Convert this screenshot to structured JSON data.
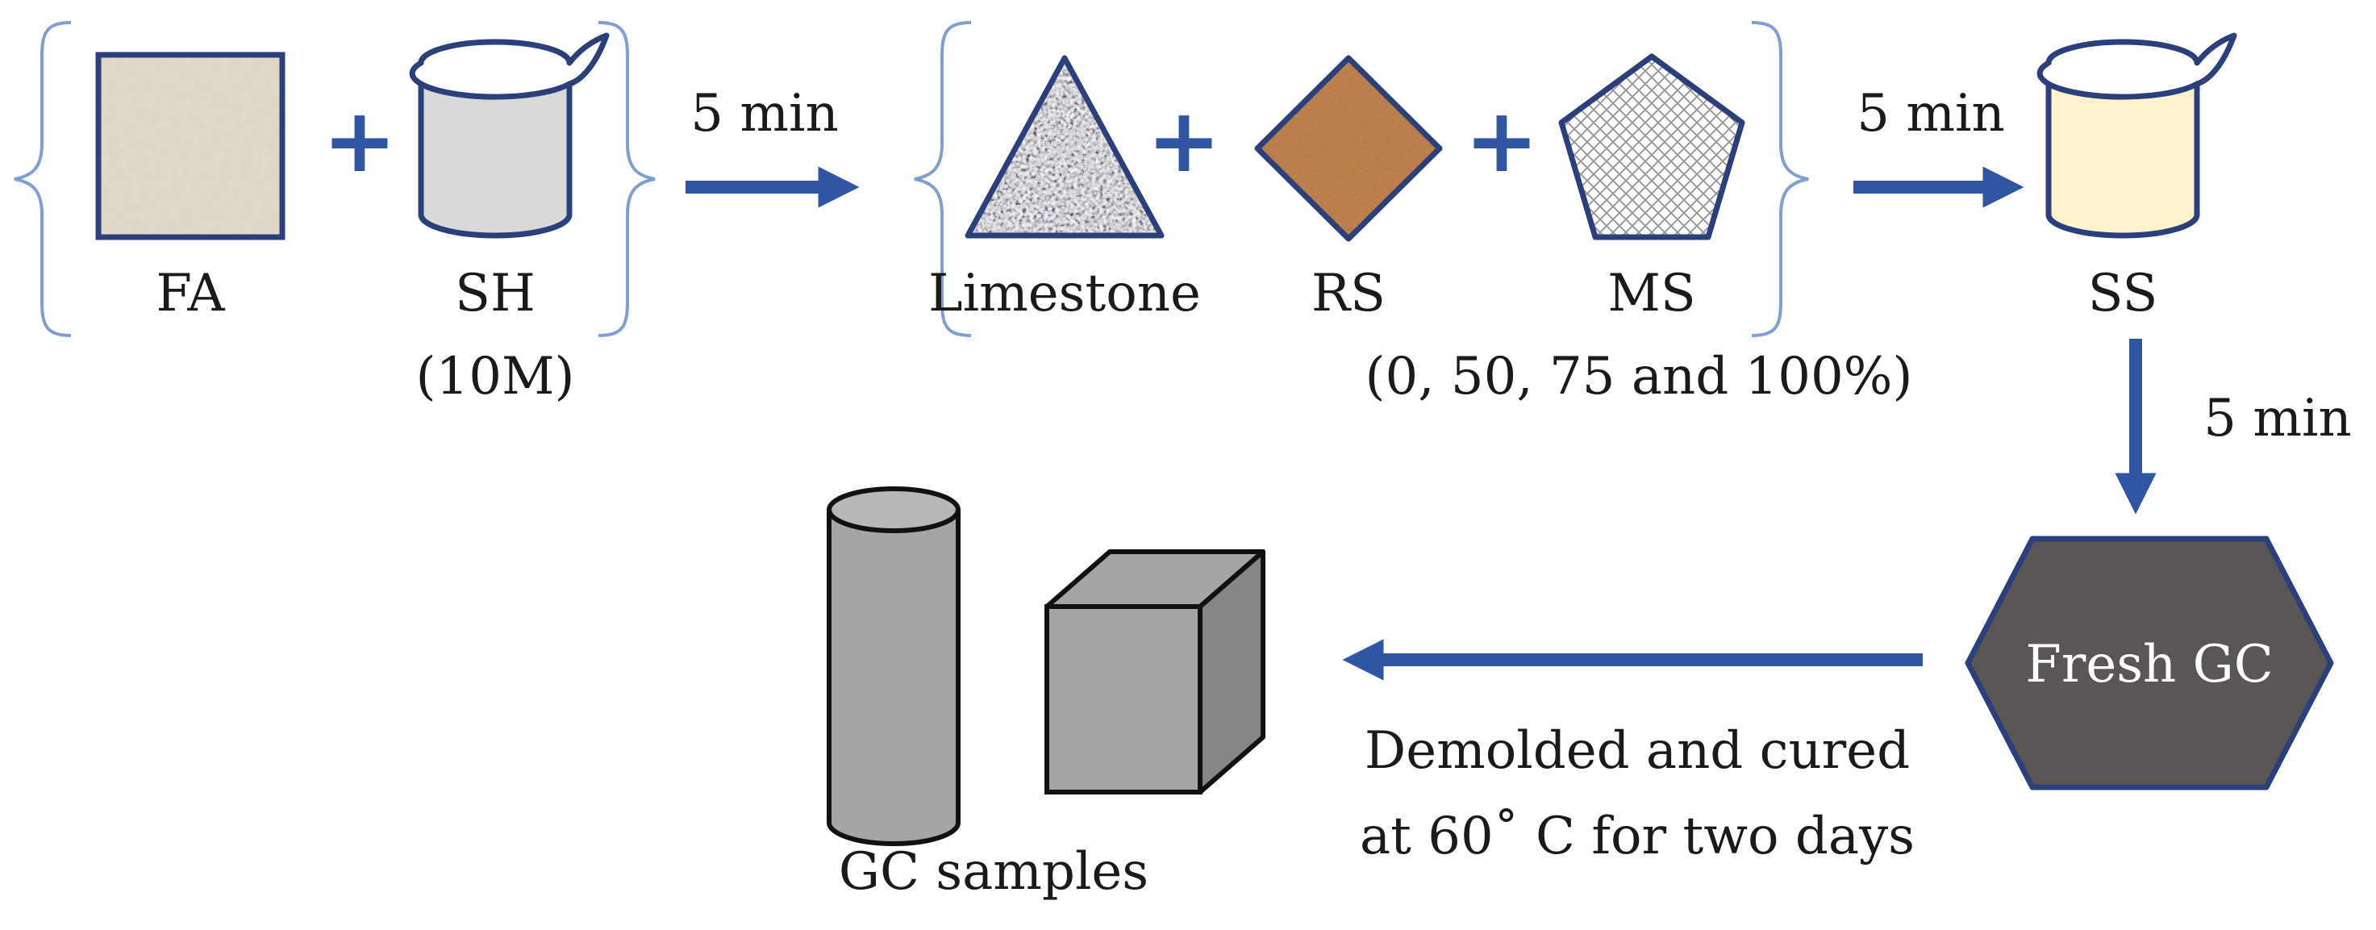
{
  "colors": {
    "arrow": "#2f55a4",
    "outline": "#2b3f7a",
    "brace": "#7f9fd2",
    "fa_fill": "#ddd3c3",
    "sh_fill": "#d9d9d9",
    "limestone_fill": "#b9bcc2",
    "rs_fill": "#c2814e",
    "ms_fill": "#ffffff",
    "ss_fill": "#fff2cc",
    "fresh_gc_fill": "#5a5656",
    "sample_fill": "#a6a4a4",
    "sample_side": "#878585"
  },
  "labels": {
    "fa": "FA",
    "sh": "SH",
    "sh_molarity": "(10M)",
    "limestone": "Limestone",
    "rs": "RS",
    "ms": "MS",
    "ms_ratios": "(0, 50, 75 and 100%)",
    "ss": "SS",
    "fresh_gc": "Fresh GC",
    "gc_samples": "GC samples",
    "curing_line1": "Demolded and cured",
    "curing_line2": "at 60˚ C for two days"
  },
  "steps": {
    "mix_time_1": "5 min",
    "mix_time_2": "5 min",
    "mix_time_3": "5 min"
  },
  "plus_symbol": "+",
  "icons": {
    "fa": "textured-square-icon",
    "sh": "beaker-icon",
    "limestone": "textured-triangle-icon",
    "rs": "textured-diamond-icon",
    "ms": "crosshatched-pentagon-icon",
    "ss": "beaker-icon",
    "fresh_gc": "hexagon-icon",
    "samples": [
      "cylinder-icon",
      "cube-icon"
    ]
  }
}
